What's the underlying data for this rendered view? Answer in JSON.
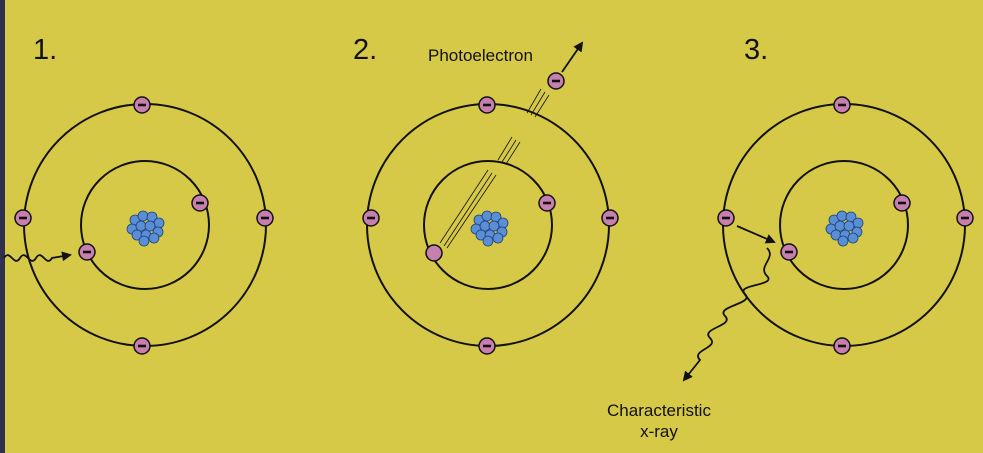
{
  "panels": [
    {
      "number": "1."
    },
    {
      "number": "2."
    },
    {
      "number": "3."
    }
  ],
  "labels": {
    "photoelectron": "Photoelectron",
    "characteristic_line1": "Characteristic",
    "characteristic_line2": "x-ray"
  },
  "electron_sign": "−",
  "colors": {
    "background": "#d6c948",
    "electron_fill": "#c77fae",
    "nucleus": "#5a8fd6",
    "orbit": "#111111"
  }
}
